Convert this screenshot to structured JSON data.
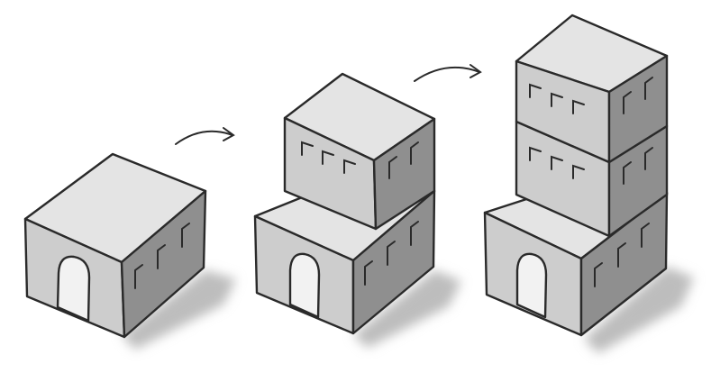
{
  "diagram": {
    "description_visible_text": "",
    "colors": {
      "background": "#ffffff",
      "roof": "#e4e4e4",
      "front_wall": "#cdcdcd",
      "side_wall": "#8f8f8f",
      "door": "#f2f2f2",
      "shadow": "#bdbdbd",
      "ink": "#2a2a2a"
    },
    "stages": [
      {
        "id": "stage-1",
        "floors": 1
      },
      {
        "id": "stage-2",
        "floors": 2
      },
      {
        "id": "stage-3",
        "floors": 3
      }
    ],
    "arrows": [
      {
        "from": "stage-1",
        "to": "stage-2"
      },
      {
        "from": "stage-2",
        "to": "stage-3"
      }
    ]
  }
}
